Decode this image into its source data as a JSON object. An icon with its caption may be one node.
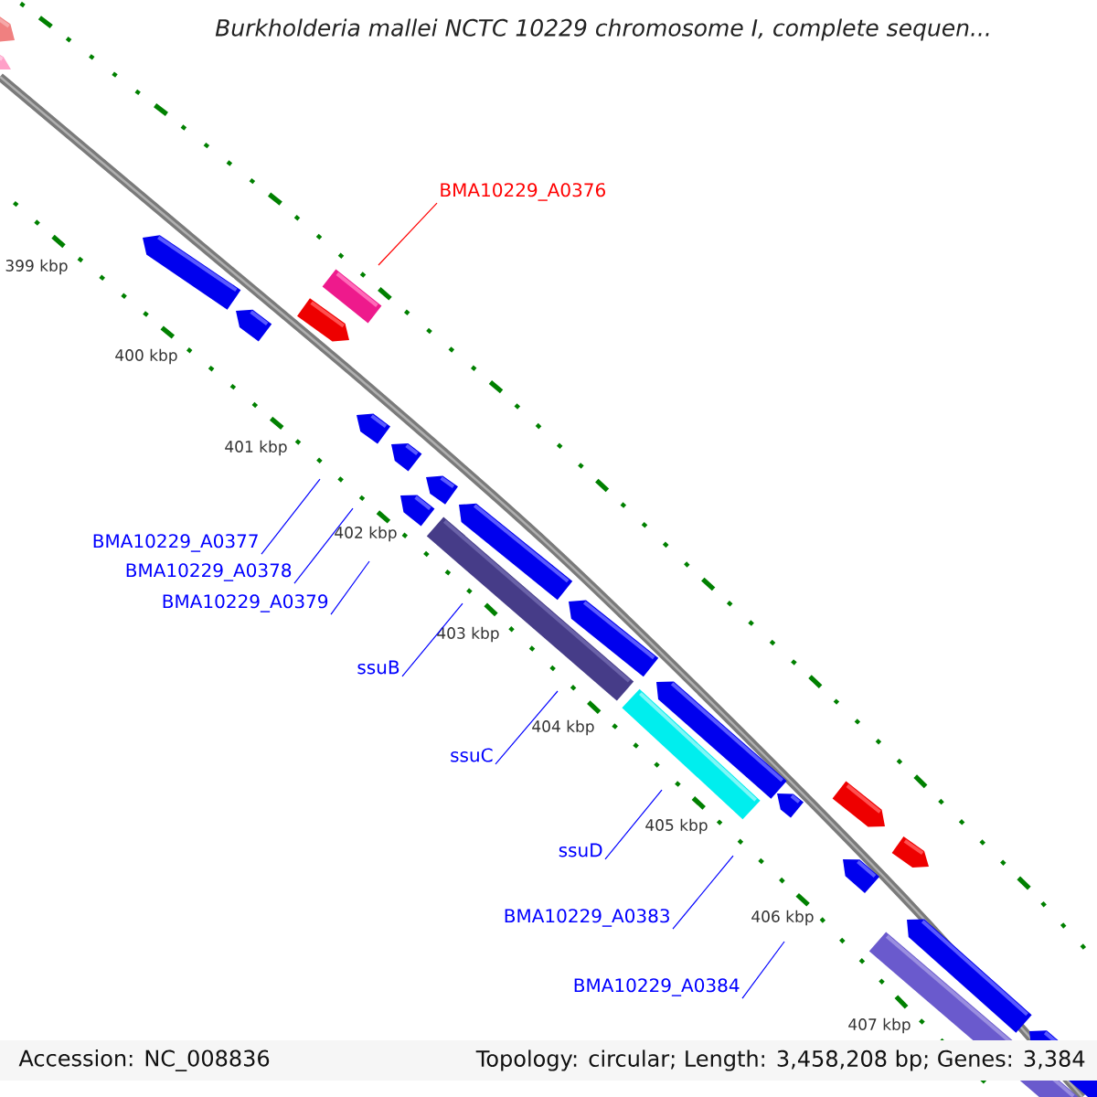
{
  "diagram": {
    "title": "Burkholderia mallei NCTC 10229 chromosome I, complete sequen...",
    "nodes": [
      {
        "text": [
          "BMA10229_A0376"
        ]
      },
      {
        "text": [
          "BMA10229_A0377"
        ]
      },
      {
        "text": [
          "BMA10229_A0378"
        ]
      },
      {
        "text": [
          "BMA10229_A0379"
        ]
      },
      {
        "text": [
          "ssuB"
        ]
      },
      {
        "text": [
          "ssuC"
        ]
      },
      {
        "text": [
          "ssuD"
        ]
      },
      {
        "text": [
          "BMA10229_A0383"
        ]
      },
      {
        "text": [
          "BMA10229_A0384"
        ]
      }
    ],
    "edges": [
      {
        "from": 0,
        "to": null,
        "arrow": "none",
        "color": "#ff0000"
      },
      {
        "from": 1,
        "to": null,
        "arrow": "none"
      },
      {
        "from": 2,
        "to": null,
        "arrow": "none"
      },
      {
        "from": 3,
        "to": null,
        "arrow": "none"
      },
      {
        "from": 4,
        "to": null,
        "arrow": "none"
      },
      {
        "from": 5,
        "to": null,
        "arrow": "none"
      },
      {
        "from": 6,
        "to": null,
        "arrow": "none"
      },
      {
        "from": 7,
        "to": null,
        "arrow": "none"
      },
      {
        "from": 8,
        "to": null,
        "arrow": "none"
      }
    ],
    "labels": [
      "399 kbp",
      "400 kbp",
      "401 kbp",
      "402 kbp",
      "403 kbp",
      "404 kbp",
      "405 kbp",
      "406 kbp",
      "407 kbp",
      "Accession: NC_008836",
      "Topology: circular; Length: 3,458,208 bp; Genes: 3,384"
    ]
  }
}
